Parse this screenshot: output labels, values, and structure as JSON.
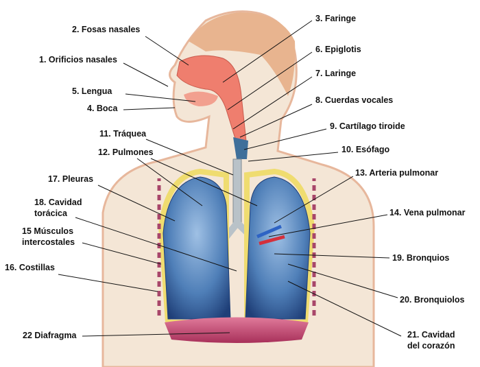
{
  "labels": {
    "l1": "1. Orificios nasales",
    "l2": "2. Fosas nasales",
    "l3": "3. Faringe",
    "l4": "4. Boca",
    "l5": "5. Lengua",
    "l6": "6. Epiglotis",
    "l7": "7. Laringe",
    "l8": "8. Cuerdas vocales",
    "l9": "9. Cartílago tiroide",
    "l10": "10. Esófago",
    "l11": "11. Tráquea",
    "l12": "12. Pulmones",
    "l13": "13. Arteria pulmonar",
    "l14": "14. Vena pulmonar",
    "l15a": "15 Músculos",
    "l15b": "intercostales",
    "l16": "16. Costillas",
    "l17": "17. Pleuras",
    "l18a": "18. Cavidad",
    "l18b": "torácica",
    "l19": "19. Bronquios",
    "l20": "20. Bronquiolos",
    "l21a": "21. Cavidad",
    "l21b": "del corazón",
    "l22": "22 Diafragma"
  },
  "colors": {
    "skin": "#f3e4d4",
    "skin_edge": "#e3a98c",
    "airway": "#ee7c6c",
    "lung": "#4f7fb8",
    "pleura": "#f0e07a",
    "rib": "#a8466a",
    "diaphragm": "#c34a72"
  }
}
